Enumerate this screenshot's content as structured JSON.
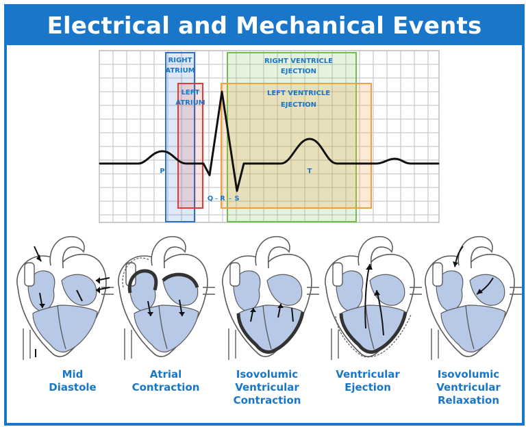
{
  "title": "Electrical and Mechanical Events",
  "ecg": {
    "regions": {
      "right_atrium": [
        "RIGHT",
        "ATRIUM"
      ],
      "left_atrium": [
        "LEFT",
        "ATRIUM"
      ],
      "right_ventricle": [
        "RIGHT VENTRICLE",
        "EJECTION"
      ],
      "left_ventricle": [
        "LEFT VENTRICLE",
        "EJECTION"
      ]
    },
    "waves": {
      "p": "P",
      "q": "Q",
      "r": "R",
      "s": "S",
      "t": "T"
    }
  },
  "stages": [
    {
      "line1": "Mid",
      "line2": "Diastole",
      "line3": ""
    },
    {
      "line1": "Atrial",
      "line2": "Contraction",
      "line3": ""
    },
    {
      "line1": "Isovolumic",
      "line2": "Ventricular",
      "line3": "Contraction"
    },
    {
      "line1": "Ventricular",
      "line2": "Ejection",
      "line3": ""
    },
    {
      "line1": "Isovolumic",
      "line2": "Ventricular",
      "line3": "Relaxation"
    }
  ],
  "colors": {
    "brand_blue": "#1976c9",
    "right_atrium": "#2f6fc4",
    "left_atrium": "#e53935",
    "right_ventricle": "#6fbf4a",
    "left_ventricle": "#f0a040",
    "heart_fill": "#b8c9e8"
  }
}
